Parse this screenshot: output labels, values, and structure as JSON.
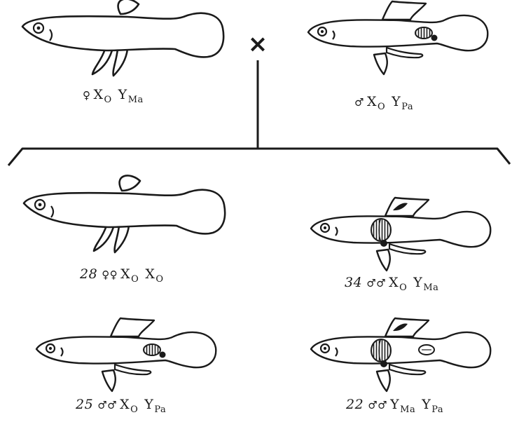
{
  "cross_symbol": "×",
  "parents": [
    {
      "id": "female",
      "sex_symbol": "♀",
      "genes": [
        {
          "base": "X",
          "sub": "O"
        },
        {
          "base": "Y",
          "sub": "Ma"
        }
      ]
    },
    {
      "id": "male",
      "sex_symbol": "♂",
      "genes": [
        {
          "base": "X",
          "sub": "O"
        },
        {
          "base": "Y",
          "sub": "Pa"
        }
      ]
    }
  ],
  "offspring": [
    {
      "id": "o1",
      "count": "28",
      "sex_symbol": "♀♀",
      "genes": [
        {
          "base": "X",
          "sub": "O"
        },
        {
          "base": "X",
          "sub": "O"
        }
      ]
    },
    {
      "id": "o2",
      "count": "34",
      "sex_symbol": "♂♂",
      "genes": [
        {
          "base": "X",
          "sub": "O"
        },
        {
          "base": "Y",
          "sub": "Ma"
        }
      ]
    },
    {
      "id": "o3",
      "count": "25",
      "sex_symbol": "♂♂",
      "genes": [
        {
          "base": "X",
          "sub": "O"
        },
        {
          "base": "Y",
          "sub": "Pa"
        }
      ]
    },
    {
      "id": "o4",
      "count": "22",
      "sex_symbol": "♂♂",
      "genes": [
        {
          "base": "Y",
          "sub": "Ma"
        },
        {
          "base": "Y",
          "sub": "Pa"
        }
      ]
    }
  ]
}
